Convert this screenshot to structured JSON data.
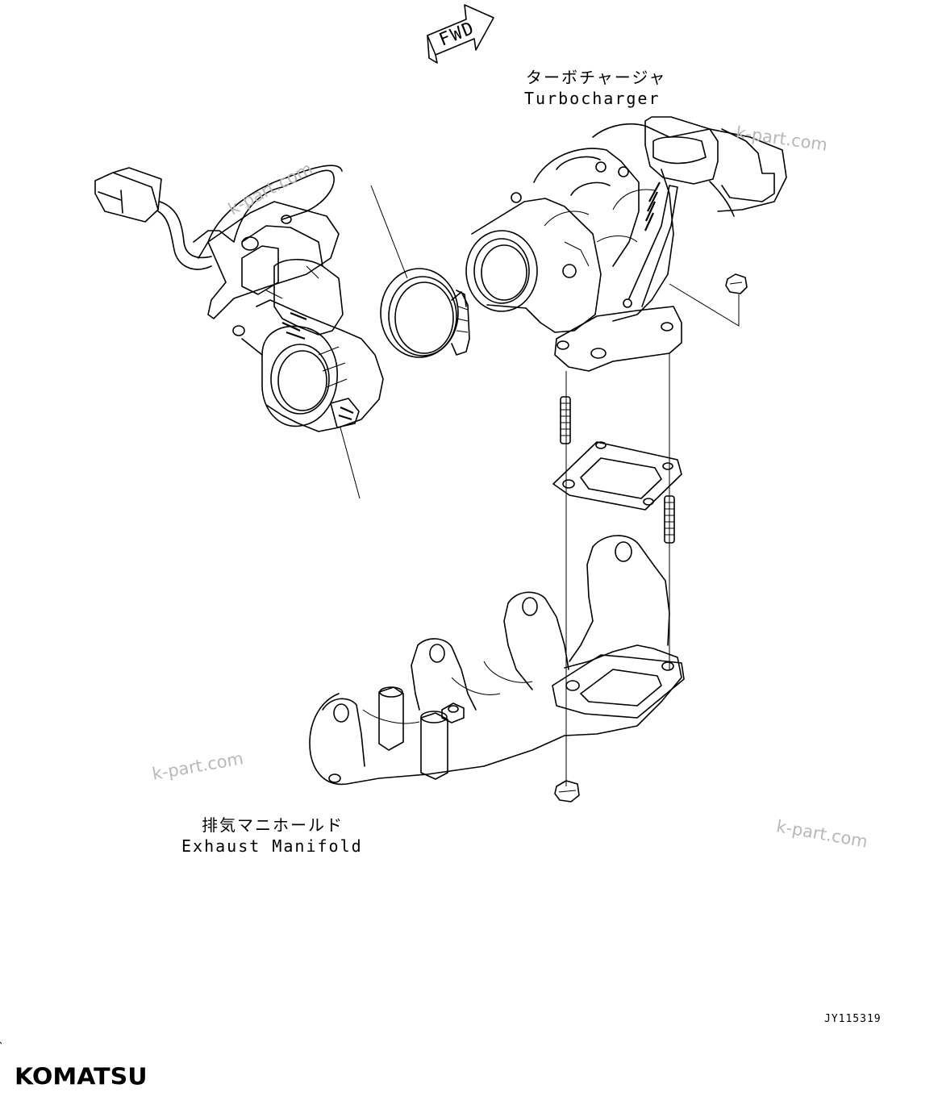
{
  "direction_marker": {
    "text": "FWD",
    "icon": "forward-arrow-icon"
  },
  "labels": {
    "turbocharger_jp": "ターボチャージャ",
    "turbocharger_en": "Turbocharger",
    "manifold_jp": "排気マニホールド",
    "manifold_en": "Exhaust Manifold"
  },
  "watermarks": [
    "k-part.com",
    "k-part.com",
    "k-part.com",
    "k-part.com"
  ],
  "drawing_code": "JY115319",
  "brand": "KOMATSU"
}
